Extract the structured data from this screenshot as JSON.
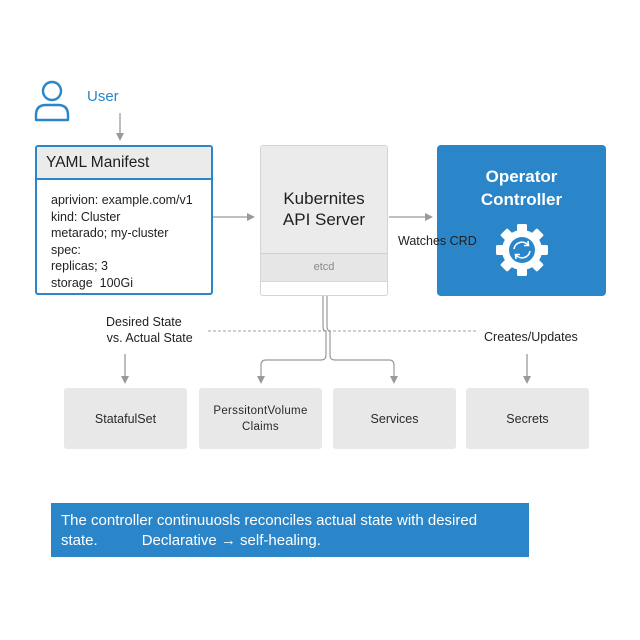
{
  "user": {
    "label": "User",
    "icon": "user-icon"
  },
  "yaml_manifest": {
    "title": "YAML Manifest",
    "lines": [
      "aprivion: example.com/v1",
      "kind: Cluster",
      "metarado; my-cluster",
      "spec:",
      "replicas; 3",
      "storage  100Gi"
    ]
  },
  "api_server": {
    "title_line1": "Kubernites",
    "title_line2": "API Server",
    "storage_label": "etcd"
  },
  "operator": {
    "title_line1": "Operator",
    "title_line2": "Controller",
    "icon": "gear-sync-icon"
  },
  "edge_labels": {
    "watches": "Watches CRD",
    "desired_line1": "Desired State",
    "desired_line2": "vs. Actual State",
    "creates": "Creates/Updates"
  },
  "resources": [
    {
      "label": "StatafulSet"
    },
    {
      "label_line1": "PerssitontVolume",
      "label_line2": "Claims"
    },
    {
      "label": "Services"
    },
    {
      "label": "Secrets"
    }
  ],
  "banner": {
    "line1": "The controller continuuosls reconciles actual state with desired",
    "line2_part1": "state.",
    "line2_part2": "Declarative → self-healing."
  },
  "colors": {
    "accent": "#2a86c9",
    "box_gray": "#ebebeb",
    "connector": "#9a9a9a"
  }
}
